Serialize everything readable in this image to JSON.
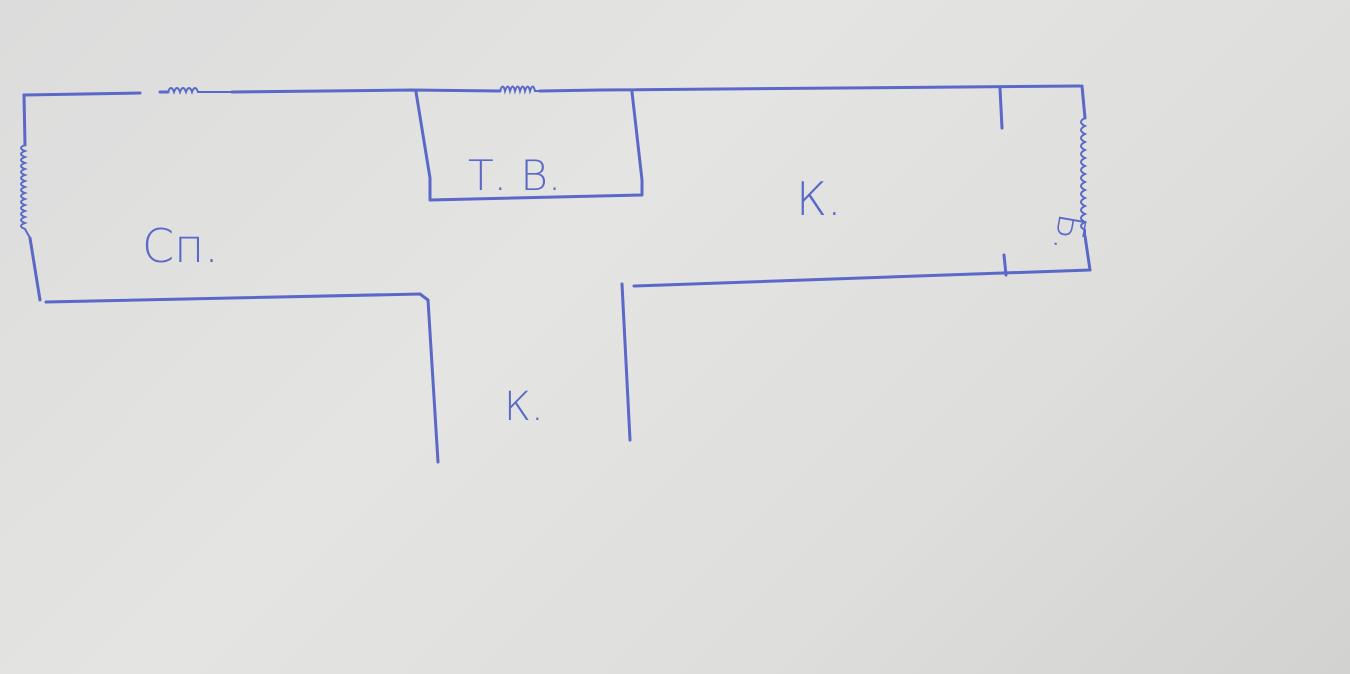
{
  "rooms": {
    "bedroom": "Сп.",
    "bathroom": "Т. В.",
    "kitchen": "К.",
    "corridor": "К.",
    "balcony": "Б."
  },
  "ink_color": "#5a68c8"
}
